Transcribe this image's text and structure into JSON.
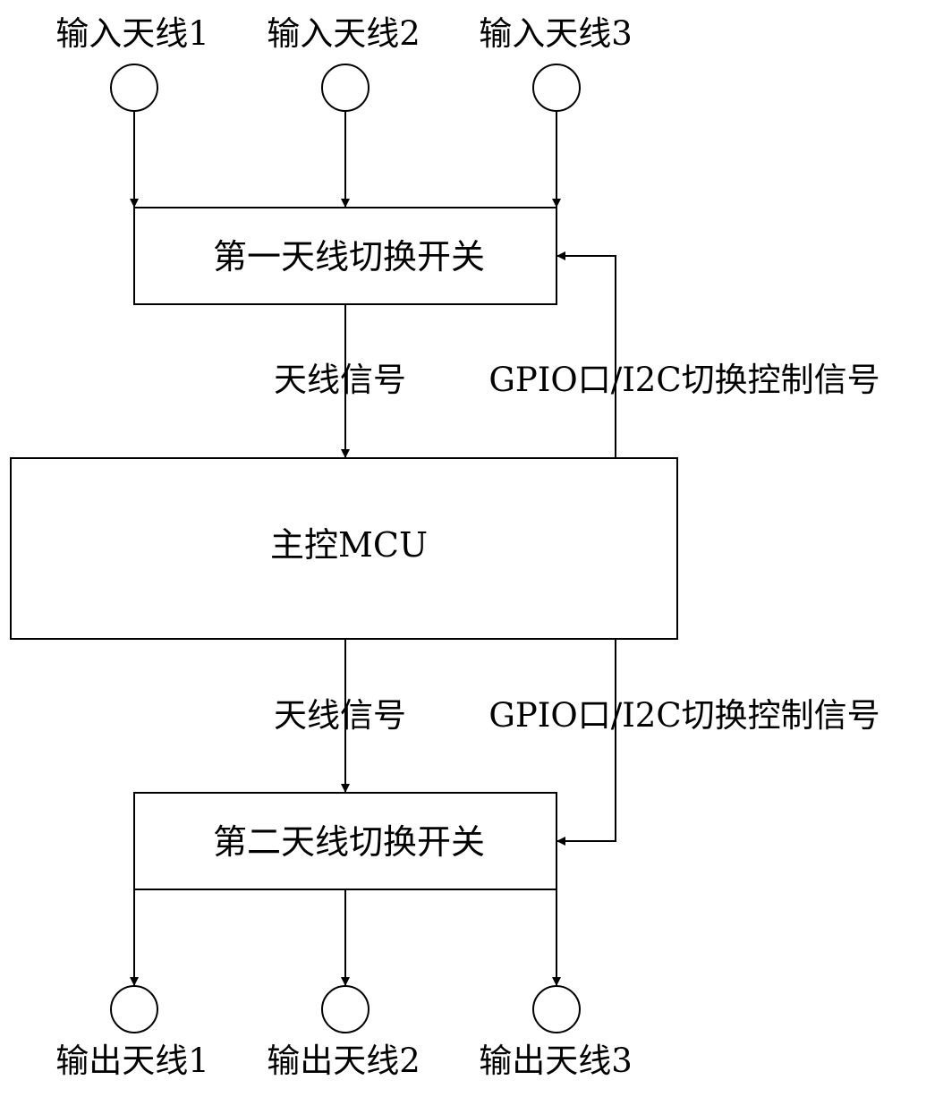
{
  "inputs": [
    "输入天线1",
    "输入天线2",
    "输入天线3"
  ],
  "outputs": [
    "输出天线1",
    "输出天线2",
    "输出天线3"
  ],
  "switch1": {
    "label": "第一天线切换开关"
  },
  "switch2": {
    "label": "第二天线切换开关"
  },
  "mcu": {
    "label": "主控MCU"
  },
  "upper_signal": {
    "antenna": "天线信号",
    "control": "GPIO口/I2C切换控制信号"
  },
  "lower_signal": {
    "antenna": "天线信号",
    "control": "GPIO口/I2C切换控制信号"
  }
}
